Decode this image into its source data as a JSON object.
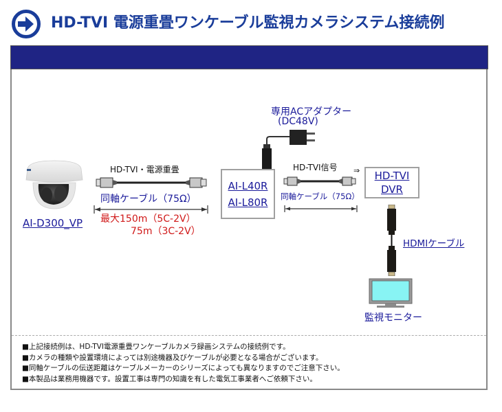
{
  "header": {
    "icon": "circle-arrow-right-icon",
    "title": "HD-TVI 電源重畳ワンケーブル監視カメラシステム接続例",
    "title_color": "#1a3d9a"
  },
  "banner": {
    "color": "#1f2484"
  },
  "diagram": {
    "camera": {
      "icon": "dome-camera-icon",
      "model": "AI-D300_VP"
    },
    "coax_cable_1": {
      "signal_label": "HD-TVI・電源重畳",
      "cable_label": "同軸ケーブル（75Ω）",
      "max_distance_line1": "最大150m（5C-2V）",
      "max_distance_line2": "75m（3C-2V）"
    },
    "power_unit": {
      "models": [
        "AI-L40R",
        "AI-L80R"
      ]
    },
    "ac_adapter": {
      "icon": "ac-adapter-icon",
      "label_line1": "専用ACアダプター",
      "label_line2": "(DC48V)"
    },
    "coax_cable_2": {
      "signal_label": "HD-TVI信号",
      "arrow": "⇒",
      "cable_label": "同軸ケーブル（75Ω）"
    },
    "dvr": {
      "label_line1": "HD-TVI",
      "label_line2": "DVR"
    },
    "hdmi_cable": {
      "icon": "hdmi-cable-icon",
      "label": "HDMIケーブル"
    },
    "monitor": {
      "icon": "monitor-icon",
      "label": "監視モニター",
      "screen_color": "#88f4f4"
    }
  },
  "notes": [
    "上記接続例は、HD-TVI電源重畳ワンケーブルカメラ録画システムの接続例です。",
    "カメラの種類や設置環境によっては別途機器及びケーブルが必要となる場合がございます。",
    "同軸ケーブルの伝送距離はケーブルメーカーのシリーズによっても異なりますのでご注意下さい。",
    "本製品は業務用機器です。設置工事は専門の知識を有した電気工事業者へご依頼下さい。"
  ]
}
